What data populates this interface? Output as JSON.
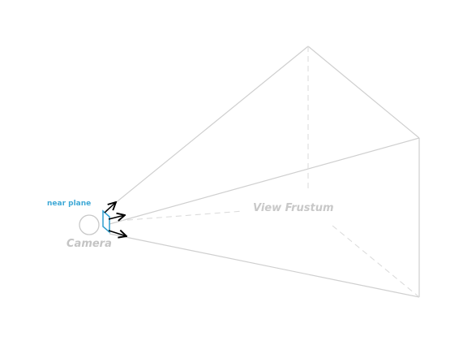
{
  "labels": {
    "near_plane": "near plane",
    "camera": "Camera",
    "view_frustum": "View Frustum"
  },
  "colors": {
    "frustum_lines": "#cfcfcf",
    "near_plane": "#2f9fcf",
    "arrows": "#000000",
    "camera_circle": "#c8c8c8"
  }
}
